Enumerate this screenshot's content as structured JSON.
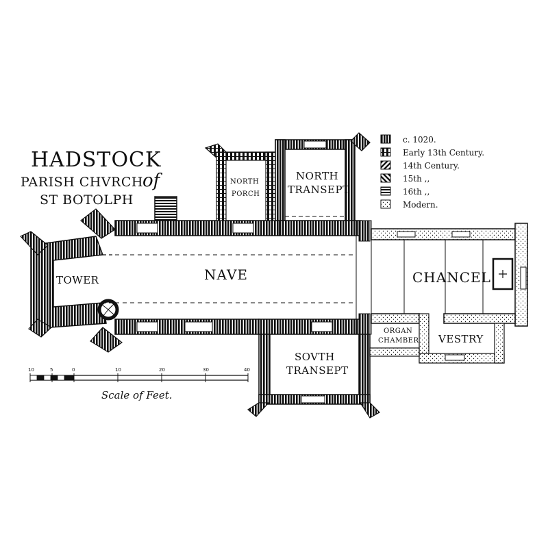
{
  "title": {
    "line1": "HADSTOCK",
    "line2": "PARISH CHVRCH",
    "of": "of",
    "line3": "ST BOTOLPH"
  },
  "rooms": {
    "tower": "TOWER",
    "nave": "NAVE",
    "north_porch_1": "NORTH",
    "north_porch_2": "PORCH",
    "north_transept_1": "NORTH",
    "north_transept_2": "TRANSEPT",
    "south_transept_1": "SOVTH",
    "south_transept_2": "TRANSEPT",
    "chancel": "CHANCEL",
    "organ_1": "ORGAN",
    "organ_2": "CHAMBER",
    "vestry": "VESTRY"
  },
  "legend": [
    {
      "label": "c. 1020."
    },
    {
      "label": "Early 13th Century."
    },
    {
      "label": "14th Century."
    },
    {
      "label": "15th   ,,"
    },
    {
      "label": "16th   ,,"
    },
    {
      "label": "Modern."
    }
  ],
  "scale": {
    "ticks": [
      "10",
      "5",
      "0",
      "10",
      "20",
      "30",
      "40"
    ],
    "caption": "Scale of Feet."
  }
}
